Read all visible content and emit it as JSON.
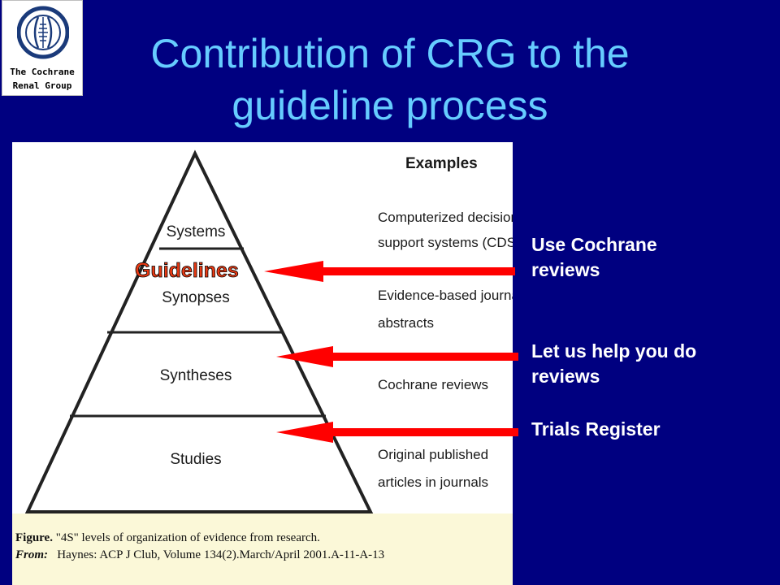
{
  "logo": {
    "line1": "The Cochrane",
    "line2": "Renal Group"
  },
  "title": {
    "line1": "Contribution of CRG to the",
    "line2": "guideline process"
  },
  "figure": {
    "examples_heading": "Examples",
    "levels": [
      {
        "label": "Systems"
      },
      {
        "label": "Synopses"
      },
      {
        "label": "Syntheses"
      },
      {
        "label": "Studies"
      }
    ],
    "examples": [
      {
        "line1": "Computerized decision",
        "line2": "support systems (CDSSs)"
      },
      {
        "line1": "Evidence-based journal",
        "line2": "abstracts"
      },
      {
        "line1": "Cochrane reviews",
        "line2": ""
      },
      {
        "line1": "Original published",
        "line2": "articles in journals"
      }
    ],
    "guidelines_label": "Guidelines",
    "caption": {
      "figure_label": "Figure.",
      "figure_text": "\"4S\" levels of organization of evidence from research.",
      "source_label": "From:",
      "source_text": "Haynes: ACP J Club, Volume 134(2).March/April 2001.A-11-A-13"
    }
  },
  "contributions": [
    {
      "line1": "Use Cochrane",
      "line2": "reviews"
    },
    {
      "line1": "Let us help you do",
      "line2": "reviews"
    },
    {
      "line1": "Trials Register",
      "line2": ""
    }
  ],
  "colors": {
    "background": "#000080",
    "title": "#66ccff",
    "arrow": "#ff0000",
    "guidelines_text": "#e83a14",
    "caption_bg": "#fbf8d8"
  }
}
